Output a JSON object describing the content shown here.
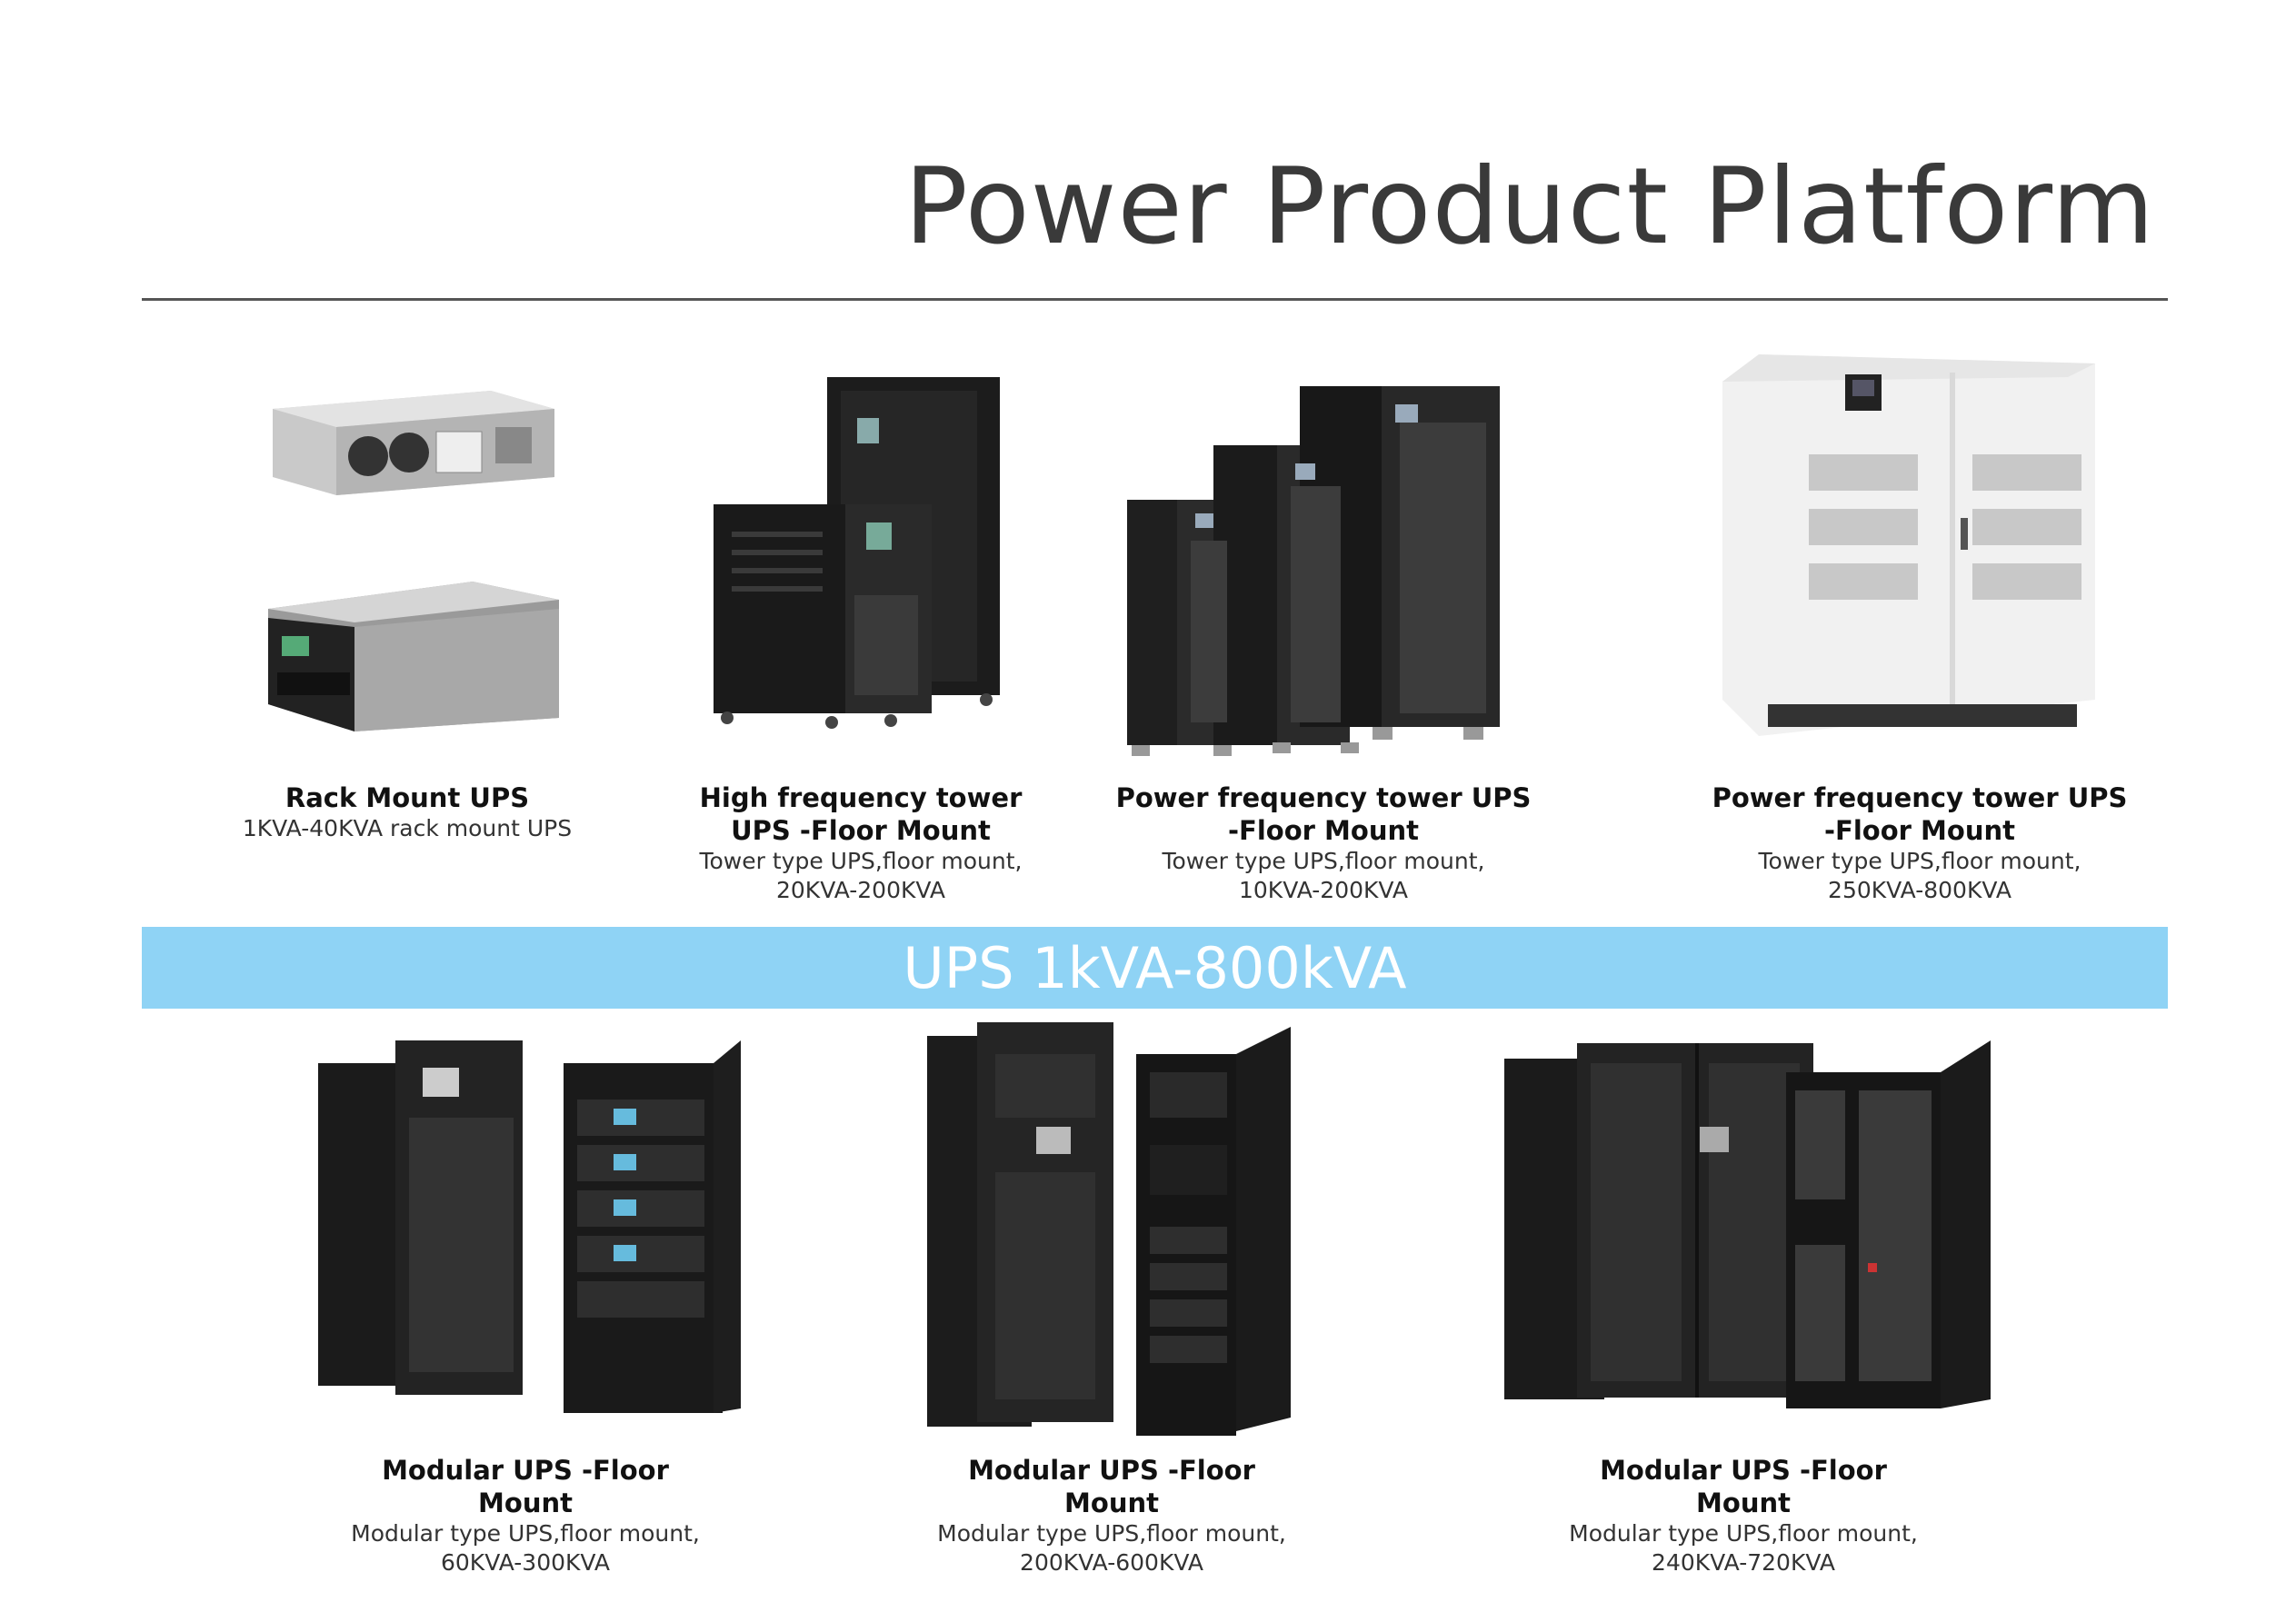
{
  "page": {
    "title": "Power Product Platform",
    "banner": "UPS 1kVA-800kVA"
  },
  "colors": {
    "banner": "#8fd3f5",
    "rule": "#555555",
    "title": "#3a3a3a"
  },
  "row1": [
    {
      "title": [
        "Rack Mount UPS"
      ],
      "sub": [
        "1KVA-40KVA rack mount UPS"
      ]
    },
    {
      "title": [
        "High frequency tower",
        "UPS -Floor Mount"
      ],
      "sub": [
        "Tower type UPS,floor mount,",
        "20KVA-200KVA"
      ]
    },
    {
      "title": [
        "Power frequency tower UPS",
        "-Floor Mount"
      ],
      "sub": [
        "Tower type UPS,floor mount,",
        "10KVA-200KVA"
      ]
    },
    {
      "title": [
        "Power frequency tower UPS",
        "-Floor Mount"
      ],
      "sub": [
        "Tower type UPS,floor mount,",
        "250KVA-800KVA"
      ]
    }
  ],
  "row2": [
    {
      "title": [
        "Modular UPS -Floor",
        "Mount"
      ],
      "sub": [
        "Modular type UPS,floor mount,",
        "60KVA-300KVA"
      ]
    },
    {
      "title": [
        "Modular UPS -Floor",
        "Mount"
      ],
      "sub": [
        "Modular type UPS,floor mount,",
        "200KVA-600KVA"
      ]
    },
    {
      "title": [
        "Modular UPS -Floor",
        "Mount"
      ],
      "sub": [
        "Modular type UPS,floor mount,",
        "240KVA-720KVA"
      ]
    }
  ]
}
